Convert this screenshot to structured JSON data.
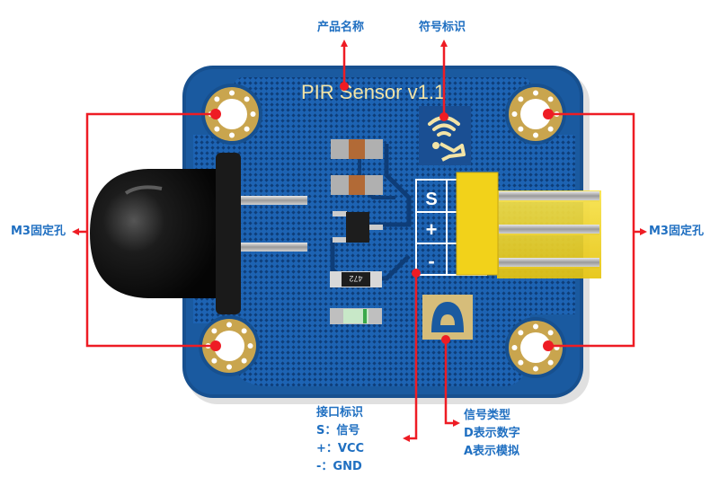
{
  "labels": {
    "product_name": "产品名称",
    "symbol_mark": "符号标识",
    "mount_hole_left": "M3固定孔",
    "mount_hole_right": "M3固定孔",
    "interface": {
      "title": "接口标识",
      "lines": [
        "S：信号",
        "+：VCC",
        "-：GND"
      ]
    },
    "signal_type": {
      "title": "信号类型",
      "lines": [
        "D表示数字",
        "A表示模拟"
      ]
    }
  },
  "board": {
    "title": "PIR Sensor v1.1",
    "pins": [
      "S",
      "+",
      "-"
    ],
    "type_mark": "D",
    "resistor_code": "472",
    "icon": "wifi-motion-person-icon"
  },
  "colors": {
    "annotation_text": "#1f6fc1",
    "leader_line": "#ee1c24",
    "pcb": "#1b5ea8",
    "silkscreen": "#f3e4a6",
    "connector": "#f2d21a",
    "gold": "#c9a54e"
  }
}
